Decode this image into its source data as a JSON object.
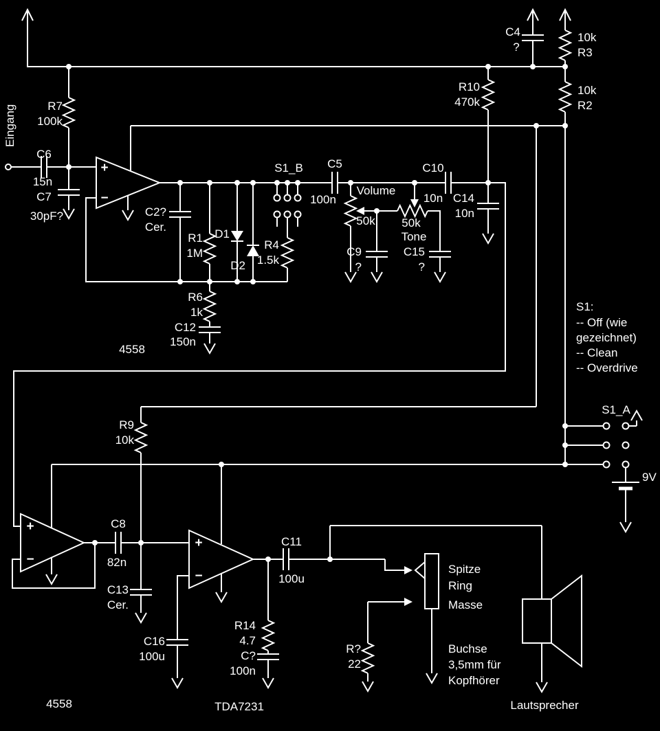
{
  "colors": {
    "background": "#000000",
    "foreground": "#ffffff"
  },
  "labels": {
    "eingang": "Eingang",
    "plus": "+",
    "minus": "−",
    "c4": "C4",
    "c4_value": "?",
    "r3": "R3",
    "r3_value": "10k",
    "r2": "R2",
    "r2_value": "10k",
    "r10": "R10",
    "r10_value": "470k",
    "r7": "R7",
    "r7_value": "100k",
    "c6": "C6",
    "c6_value": "15n",
    "c7": "C7",
    "c7_value": "30pF?",
    "c2": "C2?",
    "c2_value": "Cer.",
    "r1": "R1",
    "r1_value": "1M",
    "d1": "D1",
    "d2": "D2",
    "r4": "R4",
    "r4_value": "1.5k",
    "s1b": "S1_B",
    "c5": "C5",
    "c5_value": "100n",
    "volume": "Volume",
    "volume_value": "50k",
    "tone": "Tone",
    "tone_value": "50k",
    "c10": "C10",
    "c10_value": "10n",
    "c14": "C14",
    "c14_value": "10n",
    "c9": "C9",
    "c9_value": "?",
    "c15": "C15",
    "c15_value": "?",
    "r6": "R6",
    "r6_value": "1k",
    "c12": "C12",
    "c12_value": "150n",
    "ic1": "4558",
    "s1_note_title": "S1:",
    "s1_note_line1": "-- Off (wie",
    "s1_note_line2": "gezeichnet)",
    "s1_note_line3": "-- Clean",
    "s1_note_line4": "-- Overdrive",
    "s1a": "S1_A",
    "battery": "9V",
    "r9": "R9",
    "r9_value": "10k",
    "c8": "C8",
    "c8_value": "82n",
    "c13": "C13",
    "c13_value": "Cer.",
    "c16": "C16",
    "c16_value": "100u",
    "c11": "C11",
    "c11_value": "100u",
    "r14": "R14",
    "r14_value": "4.7",
    "cq": "C?",
    "cq_value": "100n",
    "rq": "R?",
    "rq_value": "22",
    "jack_tip": "Spitze",
    "jack_ring": "Ring",
    "jack_sleeve": "Masse",
    "jack_note1": "Buchse",
    "jack_note2": "3,5mm für",
    "jack_note3": "Kopfhörer",
    "speaker": "Lautsprecher",
    "ic2": "4558",
    "ic3": "TDA7231"
  }
}
